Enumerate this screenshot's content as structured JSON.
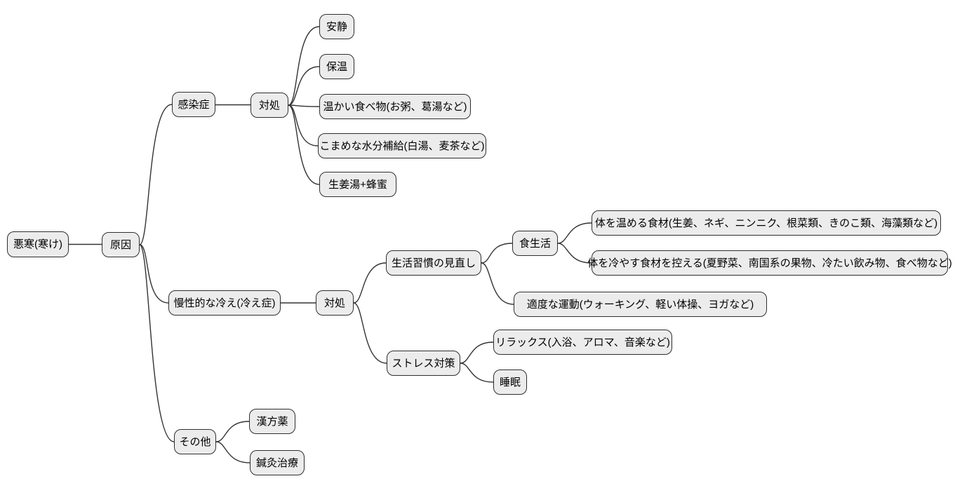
{
  "diagram_type": "mindmap",
  "colors": {
    "background": "#ffffff",
    "node_fill": "#ececec",
    "node_border": "#2f2f2f",
    "edge": "#333333",
    "text": "#000000"
  },
  "mindmap": {
    "label": "悪寒(寒け)",
    "children": [
      {
        "label": "原因",
        "children": [
          {
            "label": "感染症",
            "children": [
              {
                "label": "対処",
                "children": [
                  {
                    "label": "安静"
                  },
                  {
                    "label": "保温"
                  },
                  {
                    "label": "温かい食べ物(お粥、葛湯など)"
                  },
                  {
                    "label": "こまめな水分補給(白湯、麦茶など)"
                  },
                  {
                    "label": "生姜湯+蜂蜜"
                  }
                ]
              }
            ]
          },
          {
            "label": "慢性的な冷え(冷え症)",
            "children": [
              {
                "label": "対処",
                "children": [
                  {
                    "label": "生活習慣の見直し",
                    "children": [
                      {
                        "label": "食生活",
                        "children": [
                          {
                            "label": "体を温める食材(生姜、ネギ、ニンニク、根菜類、きのこ類、海藻類など)"
                          },
                          {
                            "label": "体を冷やす食材を控える(夏野菜、南国系の果物、冷たい飲み物、食べ物など)"
                          }
                        ]
                      },
                      {
                        "label": "適度な運動(ウォーキング、軽い体操、ヨガなど)"
                      }
                    ]
                  },
                  {
                    "label": "ストレス対策",
                    "children": [
                      {
                        "label": "リラックス(入浴、アロマ、音楽など)"
                      },
                      {
                        "label": "睡眠"
                      }
                    ]
                  }
                ]
              }
            ]
          },
          {
            "label": "その他",
            "children": [
              {
                "label": "漢方薬"
              },
              {
                "label": "鍼灸治療"
              }
            ]
          }
        ]
      }
    ]
  }
}
